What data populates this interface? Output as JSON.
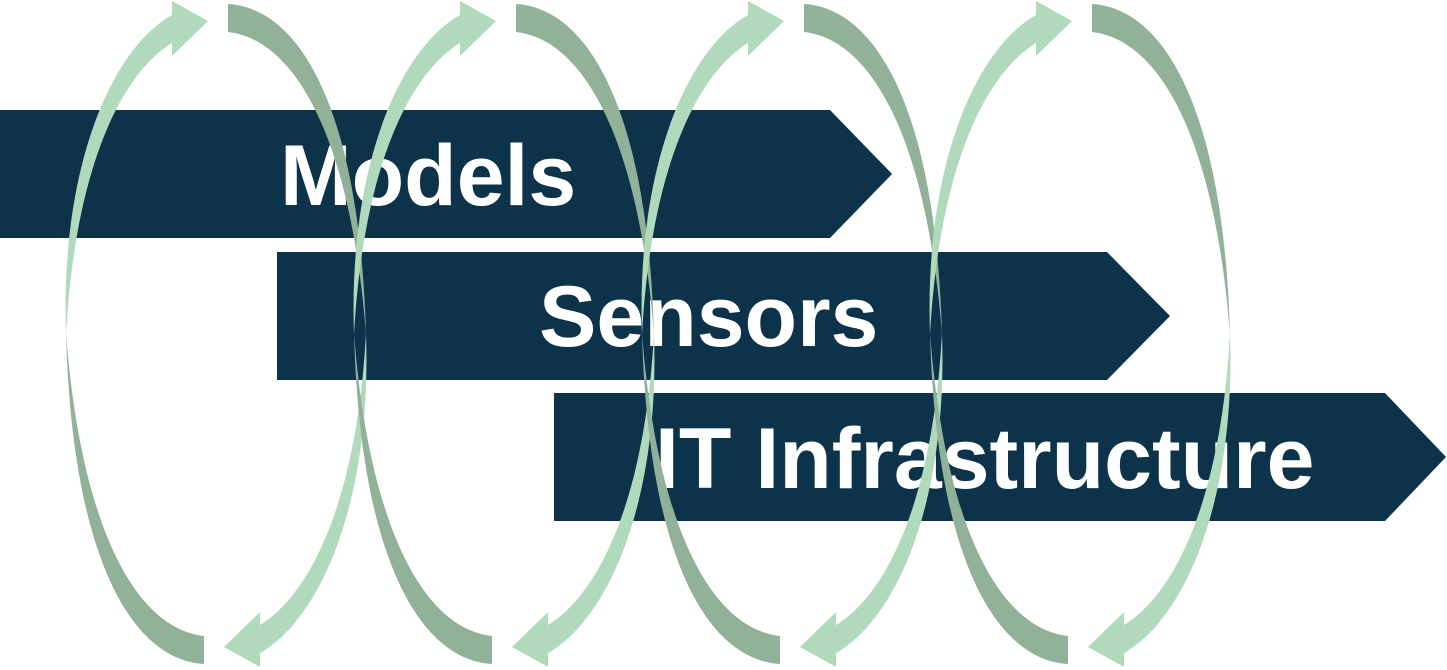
{
  "banners": [
    {
      "label": "Models"
    },
    {
      "label": "Sensors"
    },
    {
      "label": "IT Infrastructure"
    }
  ],
  "cycles": 4,
  "colors": {
    "banner": "#0c3349",
    "text": "#ffffff",
    "arrow_light": "#b1d9bc",
    "arrow_dark": "#91b198"
  }
}
